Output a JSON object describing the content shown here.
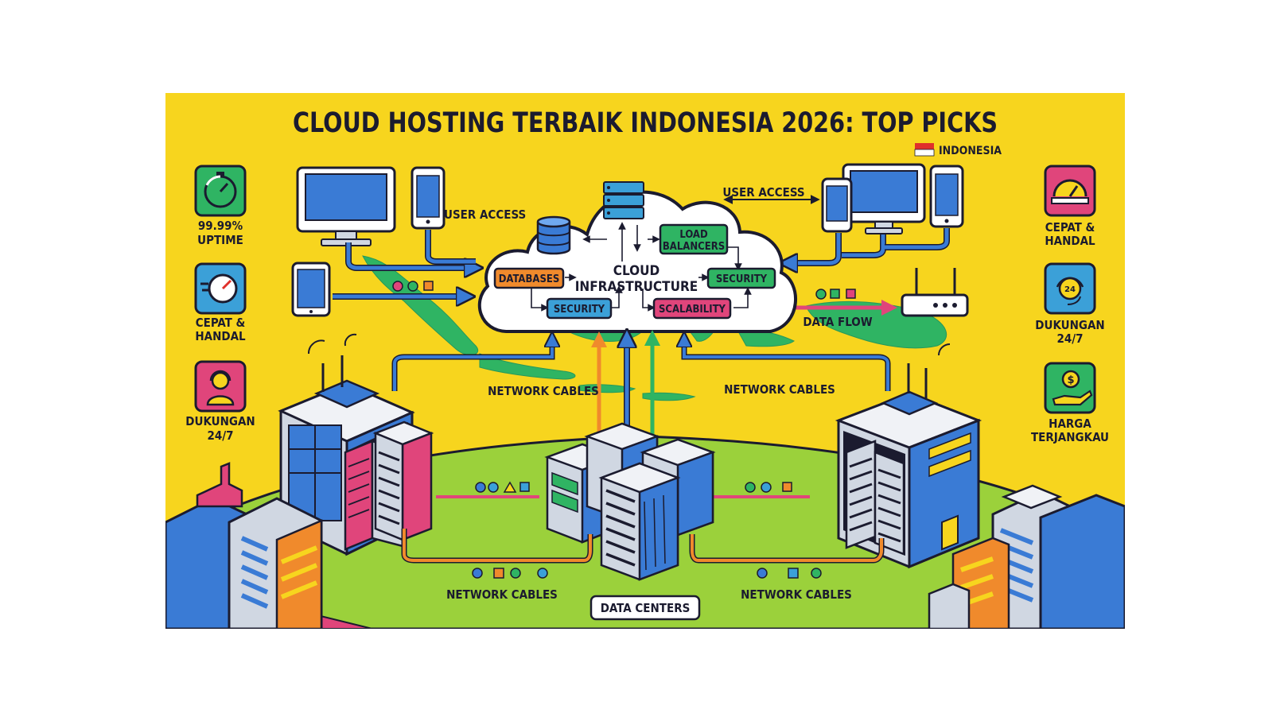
{
  "title": "CLOUD HOSTING TERBAIK INDONESIA 2026: TOP PICKS",
  "country_badge": "INDONESIA",
  "colors": {
    "background": "#f7d51e",
    "land": "#2fb463",
    "ground": "#9bd13b",
    "cable_blue": "#3a7bd5",
    "cable_pink": "#e0457b",
    "cable_orange": "#f08a2c",
    "cloud": "#ffffff",
    "outline": "#1b1b2f"
  },
  "left_features": [
    {
      "icon": "stopwatch-icon",
      "lines": [
        "99.99%",
        "UPTIME"
      ]
    },
    {
      "icon": "speedometer-icon",
      "lines": [
        "CEPAT &",
        "HANDAL"
      ]
    },
    {
      "icon": "support-agent-icon",
      "lines": [
        "DUKUNGAN",
        "24/7"
      ]
    }
  ],
  "right_features": [
    {
      "icon": "speed-gauge-icon",
      "lines": [
        "CEPAT &",
        "HANDAL"
      ]
    },
    {
      "icon": "headset-24-icon",
      "lines": [
        "DUKUNGAN",
        "24/7"
      ]
    },
    {
      "icon": "money-hand-icon",
      "lines": [
        "HARGA",
        "TERJANGKAU"
      ]
    }
  ],
  "cloud": {
    "center_lines": [
      "CLOUD",
      "INFRASTRUCTURE"
    ],
    "tags": {
      "databases": "DATABASES",
      "load_balancers": [
        "LOAD",
        "BALANCERS"
      ],
      "security_right": "SECURITY",
      "security_bottom": "SECURITY",
      "scalability": "SCALABILITY"
    }
  },
  "labels": {
    "user_access_left": "USER ACCESS",
    "user_access_right": "USER ACCESS",
    "data_flow": "DATA FLOW",
    "network_cables_left": "NETWORK CABLES",
    "network_cables_right": "NETWORK CABLES",
    "network_cables_bottom_left": "NETWORK CABLES",
    "network_cables_bottom_right": "NETWORK CABLES",
    "data_centers": "DATA CENTERS"
  }
}
